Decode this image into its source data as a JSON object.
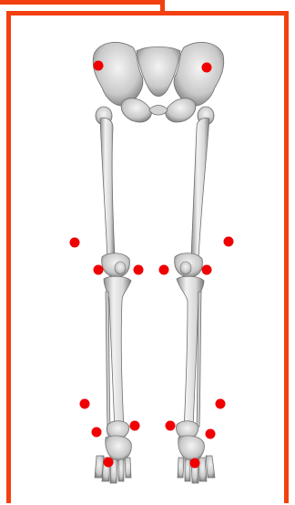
{
  "colors": {
    "frame": "#f2400f",
    "marker": "#f00000",
    "bone_fill": "#e6e6e6",
    "bone_shade": "#9a9a9a",
    "bone_edge": "#6f6f6f"
  },
  "model": {
    "icon": "skeleton-legs-3d-model"
  },
  "markers": {
    "count": 16,
    "icon": "landmark-dot"
  }
}
